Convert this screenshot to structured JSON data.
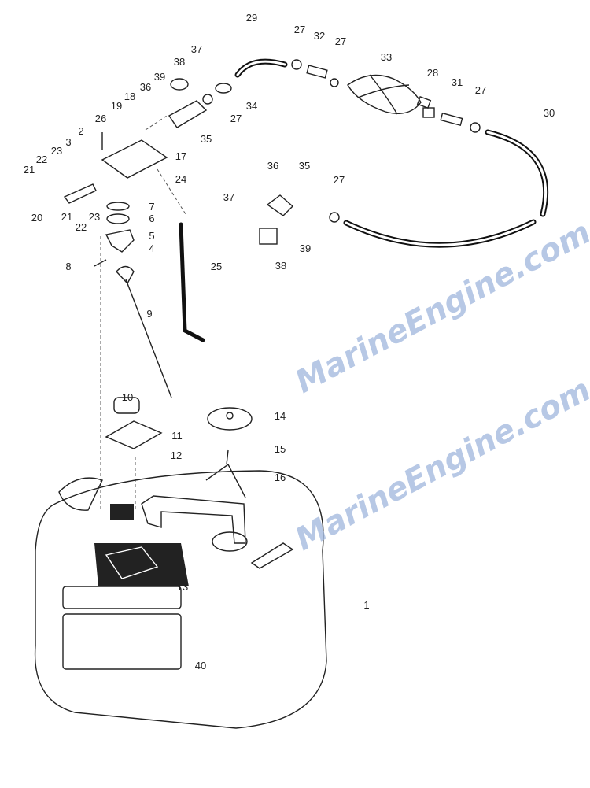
{
  "title": "",
  "watermark": [
    "MarineEngine.com",
    "MarineEngine.com"
  ],
  "callouts": [
    "29",
    "27",
    "32",
    "27",
    "33",
    "28",
    "31",
    "27",
    "30",
    "37",
    "38",
    "39",
    "36",
    "18",
    "19",
    "26",
    "34",
    "27",
    "35",
    "2",
    "3",
    "23",
    "22",
    "21",
    "17",
    "24",
    "20",
    "21",
    "22",
    "23",
    "7",
    "6",
    "5",
    "4",
    "8",
    "25",
    "36",
    "35",
    "27",
    "37",
    "39",
    "38",
    "9",
    "10",
    "14",
    "11",
    "12",
    "15",
    "16",
    "13",
    "1",
    "40"
  ],
  "colors": {
    "line": "#222222",
    "watermark": "#9fb6dd",
    "background": "#ffffff"
  }
}
